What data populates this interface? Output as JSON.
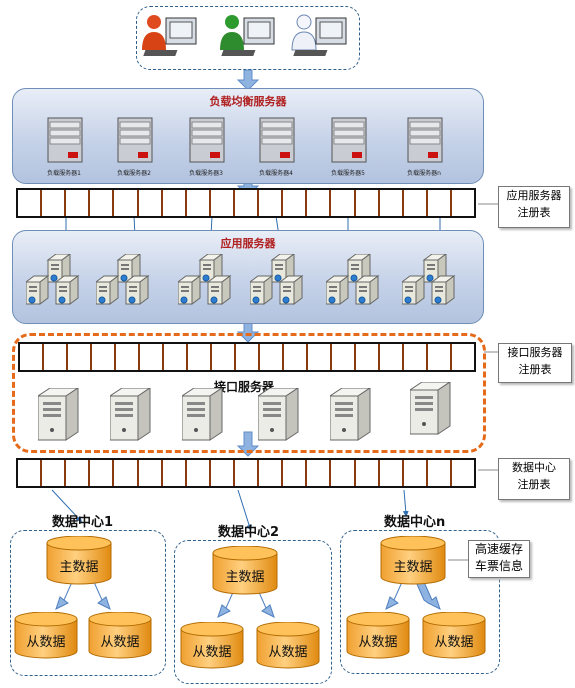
{
  "load_balancer": {
    "title": "负载均衡服务器",
    "servers": [
      "负载服务器1",
      "负载服务器2",
      "负载服务器3",
      "负载服务器4",
      "负载服务器5",
      "负载服务器n"
    ]
  },
  "app_registry": {
    "label_line1": "应用服务器",
    "label_line2": "注册表"
  },
  "app_servers": {
    "title": "应用服务器"
  },
  "interface": {
    "title": "接口服务器",
    "label_line1": "接口服务器",
    "label_line2": "注册表"
  },
  "dc_registry": {
    "label_line1": "数据中心",
    "label_line2": "注册表"
  },
  "data_centers": [
    {
      "title": "数据中心1",
      "master": "主数据",
      "slaves": [
        "从数据",
        "从数据"
      ]
    },
    {
      "title": "数据中心2",
      "master": "主数据",
      "slaves": [
        "从数据",
        "从数据"
      ]
    },
    {
      "title": "数据中心n",
      "master": "主数据",
      "slaves": [
        "从数据",
        "从数据"
      ]
    }
  ],
  "cache_note": {
    "line1": "高速缓存",
    "line2": "车票信息"
  },
  "colors": {
    "accent_red": "#b02020",
    "cylinder": "#f5a623",
    "arrow": "#7aa6da"
  }
}
